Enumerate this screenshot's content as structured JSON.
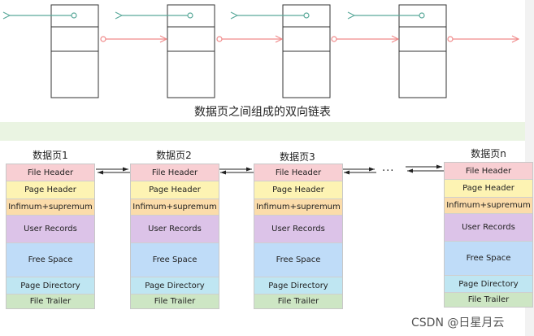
{
  "caption": "数据页之间组成的双向链表",
  "pages": [
    {
      "title": "数据页1"
    },
    {
      "title": "数据页2"
    },
    {
      "title": "数据页3"
    },
    {
      "title": "数据页n"
    }
  ],
  "segments": [
    {
      "label": "File Header",
      "color": "#f8cfd3"
    },
    {
      "label": "Page Header",
      "color": "#fdf3b3"
    },
    {
      "label": "Infimum+supremum",
      "color": "#fbdcaa"
    },
    {
      "label": "User Records",
      "color": "#dcc3e8"
    },
    {
      "label": "Free Space",
      "color": "#bfdcf8"
    },
    {
      "label": "Page Directory",
      "color": "#bfe6f2"
    },
    {
      "label": "File Trailer",
      "color": "#cde6c4"
    }
  ],
  "ellipsis": "···",
  "watermark": "CSDN @日星月云",
  "colors": {
    "prev_link": "#5aa99a",
    "next_link": "#f08a8a"
  }
}
